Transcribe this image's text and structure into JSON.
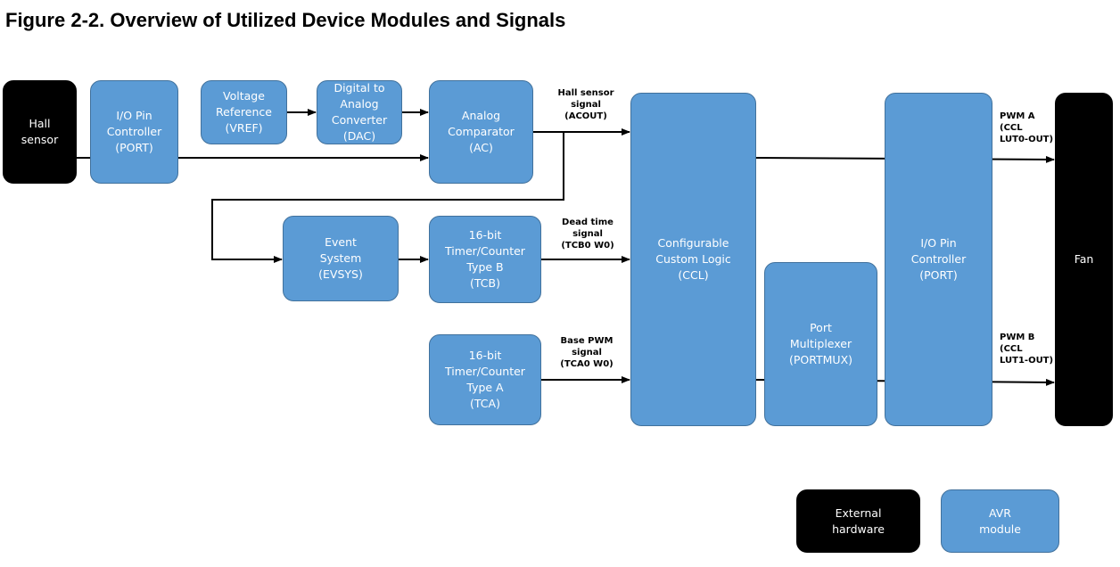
{
  "figure": {
    "title": "Figure 2-2.  Overview of Utilized Device Modules and Signals"
  },
  "blocks": {
    "hall_sensor": "Hall\nsensor",
    "io_port_left": "I/O Pin\nController\n(PORT)",
    "vref": "Voltage\nReference\n(VREF)",
    "dac": "Digital to\nAnalog\nConverter\n(DAC)",
    "ac": "Analog\nComparator\n(AC)",
    "evsys": "Event\nSystem\n(EVSYS)",
    "tcb": "16-bit\nTimer/Counter\nType B\n(TCB)",
    "tca": "16-bit\nTimer/Counter\nType A\n(TCA)",
    "ccl": "Configurable\nCustom Logic\n(CCL)",
    "portmux": "Port\nMultiplexer\n(PORTMUX)",
    "io_port_right": "I/O Pin\nController\n(PORT)",
    "fan": "Fan"
  },
  "signals": {
    "hall_signal": "Hall sensor\nsignal\n(ACOUT)",
    "dead_time": "Dead time\nsignal\n(TCB0 W0)",
    "base_pwm": "Base PWM\nsignal\n(TCA0 W0)",
    "pwm_a": "PWM A\n(CCL\nLUT0-OUT)",
    "pwm_b": "PWM B\n(CCL\nLUT1-OUT)"
  },
  "legend": {
    "external": "External\nhardware",
    "avr": "AVR\nmodule"
  },
  "colors": {
    "avr_module": "#5b9bd5",
    "avr_border": "#41719c",
    "external_hardware": "#000000",
    "wire": "#000000"
  }
}
